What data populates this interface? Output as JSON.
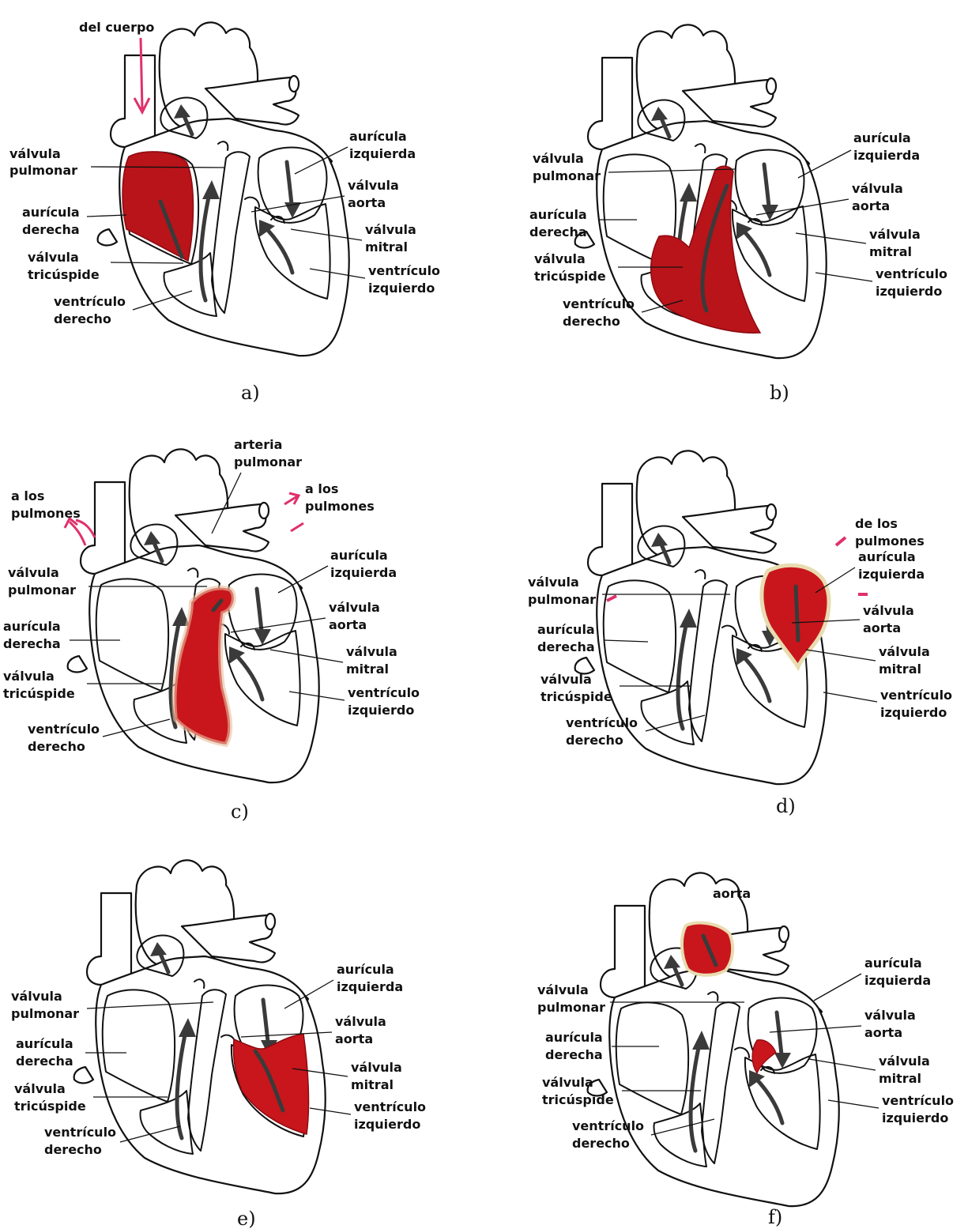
{
  "colors": {
    "blood": "#b8141a",
    "blood_dark": "#8c0a0f",
    "pink_arrow": "#e0306a",
    "outline": "#111111",
    "label": "#111111"
  },
  "panels": [
    {
      "caption": "a)",
      "highlight": "right-atrium",
      "labels": {
        "del_cuerpo": "del cuerpo",
        "valvula_pulmonar": [
          "válvula",
          "pulmonar"
        ],
        "auricula_derecha": [
          "aurícula",
          "derecha"
        ],
        "valvula_tricuspide": [
          "válvula",
          "tricúspide"
        ],
        "ventriculo_derecho": [
          "ventrículo",
          "derecho"
        ],
        "auricula_izquierda": [
          "aurícula",
          "izquierda"
        ],
        "valvula_aorta": [
          "válvula",
          "aorta"
        ],
        "valvula_mitral": [
          "válvula",
          "mitral"
        ],
        "ventriculo_izquierdo": [
          "ventrículo",
          "izquierdo"
        ]
      }
    },
    {
      "caption": "b)",
      "highlight": "right-ventricle",
      "labels": {
        "valvula_pulmonar": [
          "válvula",
          "pulmonar"
        ],
        "auricula_derecha": [
          "aurícula",
          "derecha"
        ],
        "valvula_tricuspide": [
          "válvula",
          "tricúspide"
        ],
        "ventriculo_derecho": [
          "ventrículo",
          "derecho"
        ],
        "auricula_izquierda": [
          "aurícula",
          "izquierda"
        ],
        "valvula_aorta": [
          "válvula",
          "aorta"
        ],
        "valvula_mitral": [
          "válvula",
          "mitral"
        ],
        "ventriculo_izquierdo": [
          "ventrículo",
          "izquierdo"
        ]
      }
    },
    {
      "caption": "c)",
      "highlight": "pulmonary-outflow",
      "labels": {
        "arteria_pulmonar": [
          "arteria",
          "pulmonar"
        ],
        "a_los_pulmones_left": [
          "a los",
          "pulmones"
        ],
        "a_los_pulmones_right": [
          "a los",
          "pulmones"
        ],
        "valvula_pulmonar": [
          "válvula",
          "pulmonar"
        ],
        "auricula_derecha": [
          "aurícula",
          "derecha"
        ],
        "valvula_tricuspide": [
          "válvula",
          "tricúspide"
        ],
        "ventriculo_derecho": [
          "ventrículo",
          "derecho"
        ],
        "auricula_izquierda": [
          "aurícula",
          "izquierda"
        ],
        "valvula_aorta": [
          "válvula",
          "aorta"
        ],
        "valvula_mitral": [
          "válvula",
          "mitral"
        ],
        "ventriculo_izquierdo": [
          "ventrículo",
          "izquierdo"
        ]
      }
    },
    {
      "caption": "d)",
      "highlight": "left-atrium",
      "labels": {
        "de_los_pulmones": [
          "de los",
          "pulmones"
        ],
        "valvula_pulmonar": [
          "válvula",
          "pulmonar"
        ],
        "auricula_derecha": [
          "aurícula",
          "derecha"
        ],
        "valvula_tricuspide": [
          "válvula",
          "tricúspide"
        ],
        "ventriculo_derecho": [
          "ventrículo",
          "derecho"
        ],
        "auricula_izquierda": [
          "aurícula",
          "izquierda"
        ],
        "valvula_aorta": [
          "válvula",
          "aorta"
        ],
        "valvula_mitral": [
          "válvula",
          "mitral"
        ],
        "ventriculo_izquierdo": [
          "ventrículo",
          "izquierdo"
        ]
      }
    },
    {
      "caption": "e)",
      "highlight": "left-ventricle",
      "labels": {
        "valvula_pulmonar": [
          "válvula",
          "pulmonar"
        ],
        "auricula_derecha": [
          "aurícula",
          "derecha"
        ],
        "valvula_tricuspide": [
          "válvula",
          "tricúspide"
        ],
        "ventriculo_derecho": [
          "ventrículo",
          "derecho"
        ],
        "auricula_izquierda": [
          "aurícula",
          "izquierda"
        ],
        "valvula_aorta": [
          "válvula",
          "aorta"
        ],
        "valvula_mitral": [
          "válvula",
          "mitral"
        ],
        "ventriculo_izquierdo": [
          "ventrículo",
          "izquierdo"
        ]
      }
    },
    {
      "caption": "f)",
      "highlight": "aorta",
      "labels": {
        "aorta": "aorta",
        "valvula_pulmonar": [
          "válvula",
          "pulmonar"
        ],
        "auricula_derecha": [
          "aurícula",
          "derecha"
        ],
        "valvula_tricuspide": [
          "válvula",
          "tricúspide"
        ],
        "ventriculo_derecho": [
          "ventrículo",
          "derecho"
        ],
        "auricula_izquierda": [
          "aurícula",
          "izquierda"
        ],
        "valvula_aorta": [
          "válvula",
          "aorta"
        ],
        "valvula_mitral": [
          "válvula",
          "mitral"
        ],
        "ventriculo_izquierdo": [
          "ventrículo",
          "izquierdo"
        ]
      }
    }
  ]
}
